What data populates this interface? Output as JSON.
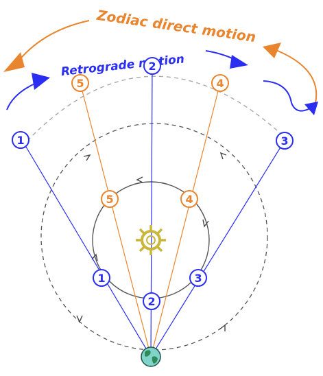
{
  "title_direct": "Zodiac direct motion",
  "title_retro": "Retrograde motion",
  "colors": {
    "blue": "#2a2ef0",
    "orange": "#e8852e",
    "gray": "#9a9a9a",
    "dark": "#444444",
    "sun": "#c9b63b",
    "earth_land": "#2e8b57",
    "earth_sea": "#7fd3c8"
  },
  "outer_labels": [
    {
      "text": "1",
      "color": "blue"
    },
    {
      "text": "5",
      "color": "orange"
    },
    {
      "text": "2",
      "color": "blue"
    },
    {
      "text": "4",
      "color": "orange"
    },
    {
      "text": "3",
      "color": "blue"
    }
  ],
  "orbit_labels": [
    {
      "text": "5",
      "color": "orange"
    },
    {
      "text": "4",
      "color": "orange"
    },
    {
      "text": "1",
      "color": "blue"
    },
    {
      "text": "3",
      "color": "blue"
    },
    {
      "text": "2",
      "color": "blue"
    }
  ],
  "icons": [
    "sun-icon",
    "earth-icon"
  ]
}
